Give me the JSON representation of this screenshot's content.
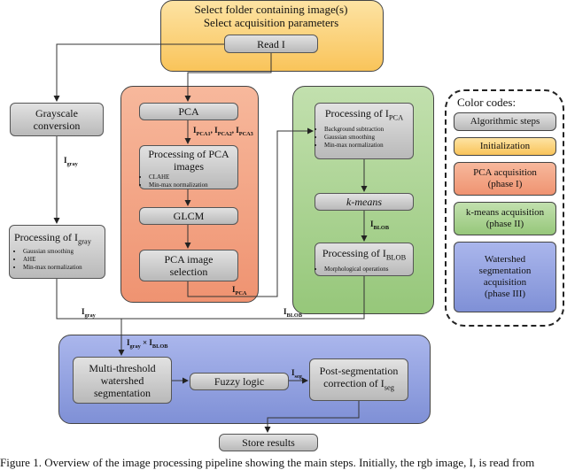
{
  "init_box": {
    "line1": "Select folder containing image(s)",
    "line2": "Select acquisition parameters",
    "read": "Read I"
  },
  "grayscale": {
    "line1": "Grayscale",
    "line2": "conversion"
  },
  "processing_gray": {
    "title": "Processing of I",
    "title_sub": "gray",
    "bullets": [
      "Gaussian smoothing",
      "AHE",
      "Min-max normalization"
    ]
  },
  "pca_region": {
    "pca": "PCA",
    "proc_pca": {
      "line1": "Processing of PCA",
      "line2": "images",
      "bullets": [
        "CLAHE",
        "Min-max normalization"
      ]
    },
    "glcm": "GLCM",
    "selection": {
      "line1": "PCA image",
      "line2": "selection"
    }
  },
  "kmeans_region": {
    "proc_ipca": {
      "title": "Processing of I",
      "title_sub": "PCA",
      "bullets": [
        "Background subtraction",
        "Gaussian smoothing",
        "Min-max normalization"
      ]
    },
    "kmeans": "k-means",
    "proc_blob": {
      "title": "Processing of I",
      "title_sub": "BLOB",
      "bullets": [
        "Morphological operations"
      ]
    }
  },
  "watershed_region": {
    "multi": {
      "line1": "Multi-threshold",
      "line2": "watershed",
      "line3": "segmentation"
    },
    "fuzzy": "Fuzzy logic",
    "post": {
      "line1": "Post-segmentation",
      "line2": "correction of I",
      "line2_sub": "seg"
    }
  },
  "store": "Store results",
  "labels": {
    "pca_outputs": {
      "a": "I",
      "a_sub": "PCA1",
      "b": "I",
      "b_sub": "PCA2",
      "c": "I",
      "c_sub": "PCA3"
    },
    "i_gray_1": {
      "t": "I",
      "sub": "gray"
    },
    "i_gray_2": {
      "t": "I",
      "sub": "gray"
    },
    "i_pca": {
      "t": "I",
      "sub": "PCA"
    },
    "i_blob_1": {
      "t": "I",
      "sub": "BLOB"
    },
    "i_blob_2": {
      "t": "I",
      "sub": "BLOB"
    },
    "i_gray_x_blob": {
      "a": "I",
      "a_sub": "gray",
      "x": " × ",
      "b": "I",
      "b_sub": "BLOB"
    },
    "i_seg": {
      "t": "I",
      "sub": "seg"
    }
  },
  "legend": {
    "title": "Color codes:",
    "items": [
      {
        "text": "Algorithmic steps"
      },
      {
        "text": "Initialization"
      },
      {
        "line1": "PCA acquisition",
        "line2": "(phase I)"
      },
      {
        "line1": "k-means acquisition",
        "line2": "(phase II)"
      },
      {
        "line1": "Watershed",
        "line2": "segmentation",
        "line3": "acquisition",
        "line4": "(phase III)"
      }
    ]
  },
  "caption": "Figure 1. Overview of the image processing pipeline showing the main steps. Initially, the rgb image, I, is read from",
  "colors": {
    "init": "#fcd473",
    "pca": "#f4a582",
    "kmeans": "#a9d18e",
    "watershed": "#8f9fe0",
    "step": "#c8c8c8"
  }
}
